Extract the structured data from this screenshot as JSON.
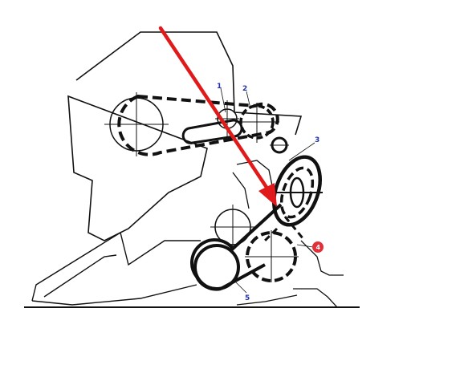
{
  "diagram": {
    "callouts": [
      {
        "id": "c1",
        "text": "1"
      },
      {
        "id": "c2",
        "text": "2"
      },
      {
        "id": "c3",
        "text": "3"
      },
      {
        "id": "c4",
        "text": "4",
        "highlighted": true
      },
      {
        "id": "c5",
        "text": "5"
      }
    ],
    "colors": {
      "line": "#111111",
      "arrow": "#e01a1a",
      "label": "#2233aa",
      "badge": "#e0303a"
    }
  }
}
